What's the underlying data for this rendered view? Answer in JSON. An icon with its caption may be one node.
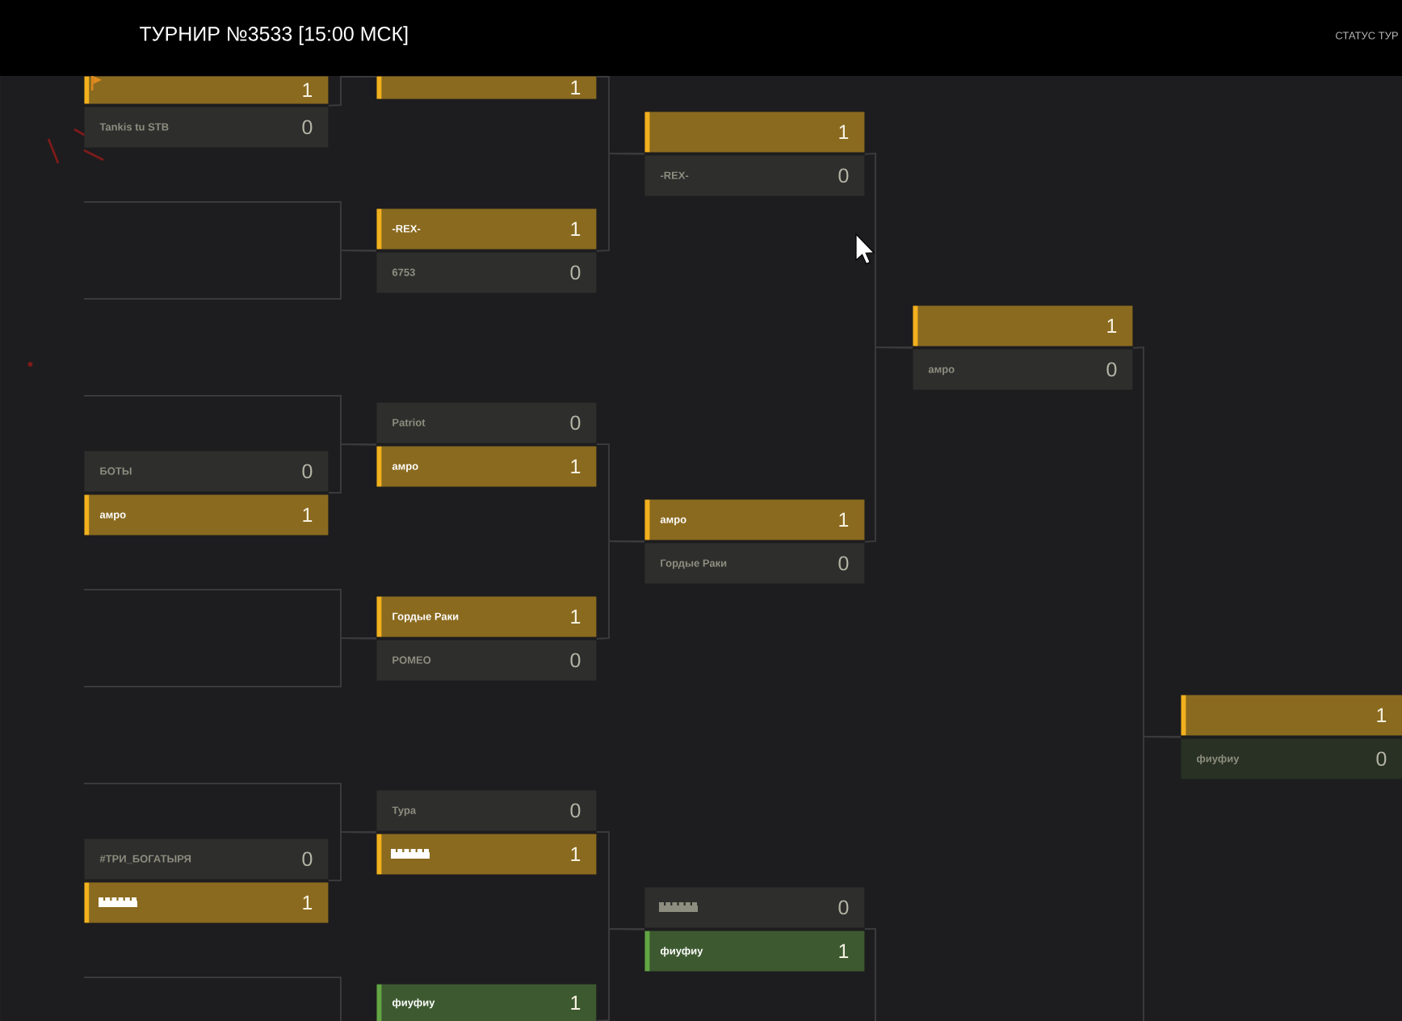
{
  "diagram": {
    "title": "ТУРНИР №3533 [15:00 МСК]",
    "nodes": [
      {
        "text": [
          "1"
        ]
      },
      {
        "text": [
          "Tankis tu STB",
          "0"
        ]
      },
      {
        "text": [
          "БОТЫ",
          "0"
        ]
      },
      {
        "text": [
          "амро",
          "1"
        ]
      },
      {
        "text": [
          "#ТРИ_БОГАТЫРЯ",
          "0"
        ]
      },
      {
        "text": [
          "1"
        ]
      },
      {
        "text": [
          "1"
        ]
      },
      {
        "text": [
          "-REX-",
          "1"
        ]
      },
      {
        "text": [
          "6753",
          "0"
        ]
      },
      {
        "text": [
          "Patriot",
          "0"
        ]
      },
      {
        "text": [
          "амро",
          "1"
        ]
      },
      {
        "text": [
          "Гордые Раки",
          "1"
        ]
      },
      {
        "text": [
          "POMEO",
          "0"
        ]
      },
      {
        "text": [
          "Тура",
          "0"
        ]
      },
      {
        "text": [
          "1"
        ]
      },
      {
        "text": [
          "фиуфиу",
          "1"
        ]
      },
      {
        "text": [
          "1"
        ]
      },
      {
        "text": [
          "-REX-",
          "0"
        ]
      },
      {
        "text": [
          "амро",
          "1"
        ]
      },
      {
        "text": [
          "Гордые Раки",
          "0"
        ]
      },
      {
        "text": [
          "0"
        ]
      },
      {
        "text": [
          "фиуфиу",
          "1"
        ]
      },
      {
        "text": [
          "1"
        ]
      },
      {
        "text": [
          "амро",
          "0"
        ]
      },
      {
        "text": [
          "1"
        ]
      },
      {
        "text": [
          "фиуфиу",
          "0"
        ]
      }
    ],
    "edges": [
      {
        "from": 0,
        "to": 6,
        "arrow": "none"
      },
      {
        "from": null,
        "to": 7,
        "arrow": "none"
      },
      {
        "from": null,
        "to": 8,
        "arrow": "none"
      },
      {
        "from": null,
        "to": 9,
        "arrow": "none"
      },
      {
        "from": 3,
        "to": 10,
        "arrow": "none"
      },
      {
        "from": null,
        "to": 11,
        "arrow": "none"
      },
      {
        "from": null,
        "to": 12,
        "arrow": "none"
      },
      {
        "from": null,
        "to": 13,
        "arrow": "none"
      },
      {
        "from": 5,
        "to": 14,
        "arrow": "none"
      },
      {
        "from": 6,
        "to": 16,
        "arrow": "none"
      },
      {
        "from": 7,
        "to": 17,
        "arrow": "none"
      },
      {
        "from": 10,
        "to": 18,
        "arrow": "none"
      },
      {
        "from": 11,
        "to": 19,
        "arrow": "none"
      },
      {
        "from": 14,
        "to": 20,
        "arrow": "none"
      },
      {
        "from": 15,
        "to": 21,
        "arrow": "none"
      },
      {
        "from": 16,
        "to": 22,
        "arrow": "none"
      },
      {
        "from": 18,
        "to": 23,
        "arrow": "none"
      },
      {
        "from": 21,
        "to": null,
        "arrow": "none"
      },
      {
        "from": 22,
        "to": 24,
        "arrow": "none"
      },
      {
        "from": null,
        "to": 25,
        "arrow": "none"
      }
    ],
    "labels": [
      "СТАТУС ТУР"
    ]
  }
}
